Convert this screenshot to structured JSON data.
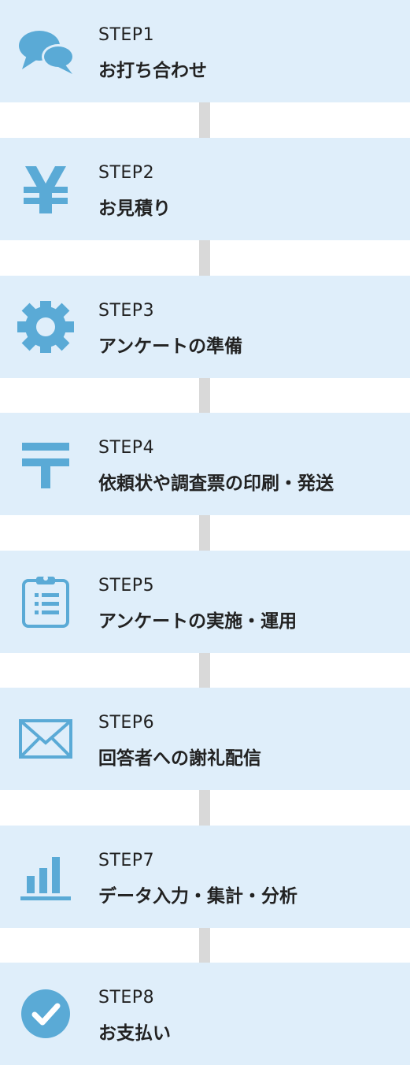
{
  "colors": {
    "card_background": "#dfeefa",
    "icon": "#5aaad6",
    "connector": "#d9d9d9",
    "text": "#222222"
  },
  "steps": [
    {
      "label": "STEP1",
      "title": "お打ち合わせ",
      "icon": "chat-bubbles-icon"
    },
    {
      "label": "STEP2",
      "title": "お見積り",
      "icon": "yen-icon"
    },
    {
      "label": "STEP3",
      "title": "アンケートの準備",
      "icon": "gear-icon"
    },
    {
      "label": "STEP4",
      "title": "依頼状や調査票の印刷・発送",
      "icon": "postal-mark-icon"
    },
    {
      "label": "STEP5",
      "title": "アンケートの実施・運用",
      "icon": "clipboard-icon"
    },
    {
      "label": "STEP6",
      "title": "回答者への謝礼配信",
      "icon": "envelope-icon"
    },
    {
      "label": "STEP7",
      "title": "データ入力・集計・分析",
      "icon": "bar-chart-icon"
    },
    {
      "label": "STEP8",
      "title": "お支払い",
      "icon": "check-circle-icon"
    }
  ]
}
